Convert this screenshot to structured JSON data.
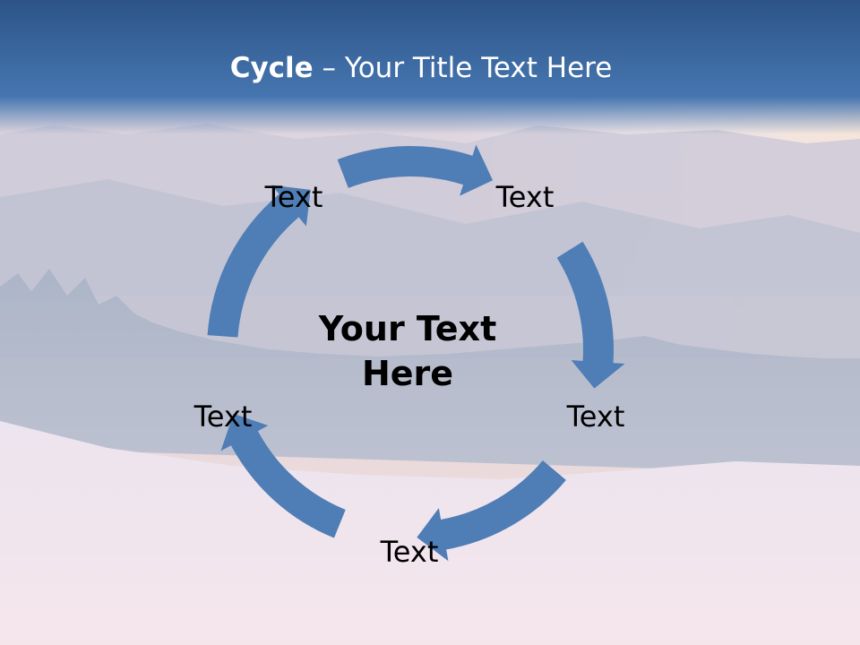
{
  "slide": {
    "title_bold": "Cycle",
    "title_rest": " – Your Title Text Here",
    "center_text_line1": "Your Text",
    "center_text_line2": "Here"
  },
  "cycle": {
    "arrow_color": "#4f7db5",
    "nodes": [
      {
        "id": "top-right",
        "label": "Text"
      },
      {
        "id": "right",
        "label": "Text"
      },
      {
        "id": "bottom",
        "label": "Text"
      },
      {
        "id": "left",
        "label": "Text"
      },
      {
        "id": "top-left",
        "label": "Text"
      }
    ]
  },
  "theme": {
    "header_color": "#3f6fa8",
    "background_sky": "#e9d9dc",
    "background_snow": "#f3e4ea"
  }
}
